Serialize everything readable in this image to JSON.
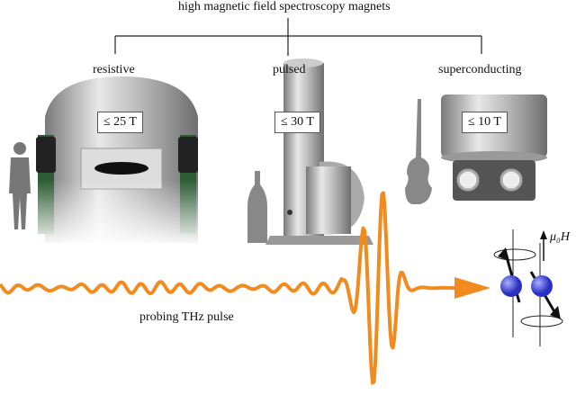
{
  "title": "high magnetic field spectroscopy magnets",
  "magnets": [
    {
      "label": "resistive",
      "field": "≤ 25 T"
    },
    {
      "label": "pulsed",
      "field": "≤ 30 T"
    },
    {
      "label": "superconducting",
      "field": "≤ 10 T"
    }
  ],
  "pulse_label": "probing THz pulse",
  "field_label": "μ₀H⃗",
  "colors": {
    "pulse": "#f28a1e",
    "spin": "#4a55e0",
    "metal": "#b8b8b8"
  }
}
